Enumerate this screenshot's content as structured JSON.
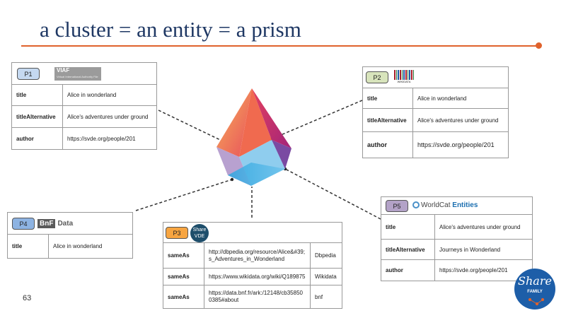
{
  "slide": {
    "title": "a cluster = an entity = a prism",
    "page_number": "63",
    "accent_color": "#e0622c",
    "title_color": "#1f3864"
  },
  "boxes": {
    "p1": {
      "label": "P1",
      "label_color": "#c5d9f1",
      "logo": {
        "name": "viaf-logo",
        "text": "VIAF",
        "subtext": "Virtual International Authority File"
      },
      "rows": [
        {
          "key": "title",
          "value": "Alice in wonderland"
        },
        {
          "key": "titleAlternative",
          "value": "Alice's adventures under ground"
        },
        {
          "key": "author",
          "value": "https://svde.org/people/201"
        }
      ]
    },
    "p2": {
      "label": "P2",
      "label_color": "#d8e4bc",
      "logo": {
        "name": "wikidata-logo",
        "text": "WIKIDATA"
      },
      "rows": [
        {
          "key": "title",
          "value": "Alice in wonderland"
        },
        {
          "key": "titleAlternative",
          "value": "Alice's adventures under ground"
        },
        {
          "key": "author",
          "value": "https://svde.org/people/201"
        }
      ]
    },
    "p3": {
      "label": "P3",
      "label_color": "#f7a541",
      "logo": {
        "name": "share-vde-logo",
        "text": "Share",
        "subtext": "VDE"
      },
      "rows": [
        {
          "key": "sameAs",
          "value": "http://dbpedia.org/resource/Alice&#39;s_Adventures_in_Wonderland",
          "source": "Dbpedia"
        },
        {
          "key": "sameAs",
          "value": "https://www.wikidata.org/wiki/Q189875",
          "source": "Wikidata"
        },
        {
          "key": "sameAs",
          "value": "https://data.bnf.fr/ark:/12148/cb358500385#about",
          "source": "bnf"
        }
      ]
    },
    "p4": {
      "label": "P4",
      "label_color": "#8db3e2",
      "logo": {
        "name": "bnf-data-logo",
        "text": "BnF",
        "subtext": "Data"
      },
      "rows": [
        {
          "key": "title",
          "value": "Alice in wonderland"
        }
      ]
    },
    "p5": {
      "label": "P5",
      "label_color": "#b3a2c7",
      "logo": {
        "name": "worldcat-entities-logo",
        "text": "WorldCat",
        "subtext": "Entities"
      },
      "rows": [
        {
          "key": "title",
          "value": "Alice's adventures under ground"
        },
        {
          "key": "titleAlternative",
          "value": "Journeys in Wonderland"
        },
        {
          "key": "author",
          "value": "https://svde.org/people/201"
        }
      ]
    }
  },
  "footer_logo": {
    "name": "share-family-logo",
    "text": "Share",
    "subtext": "FAMILY"
  }
}
